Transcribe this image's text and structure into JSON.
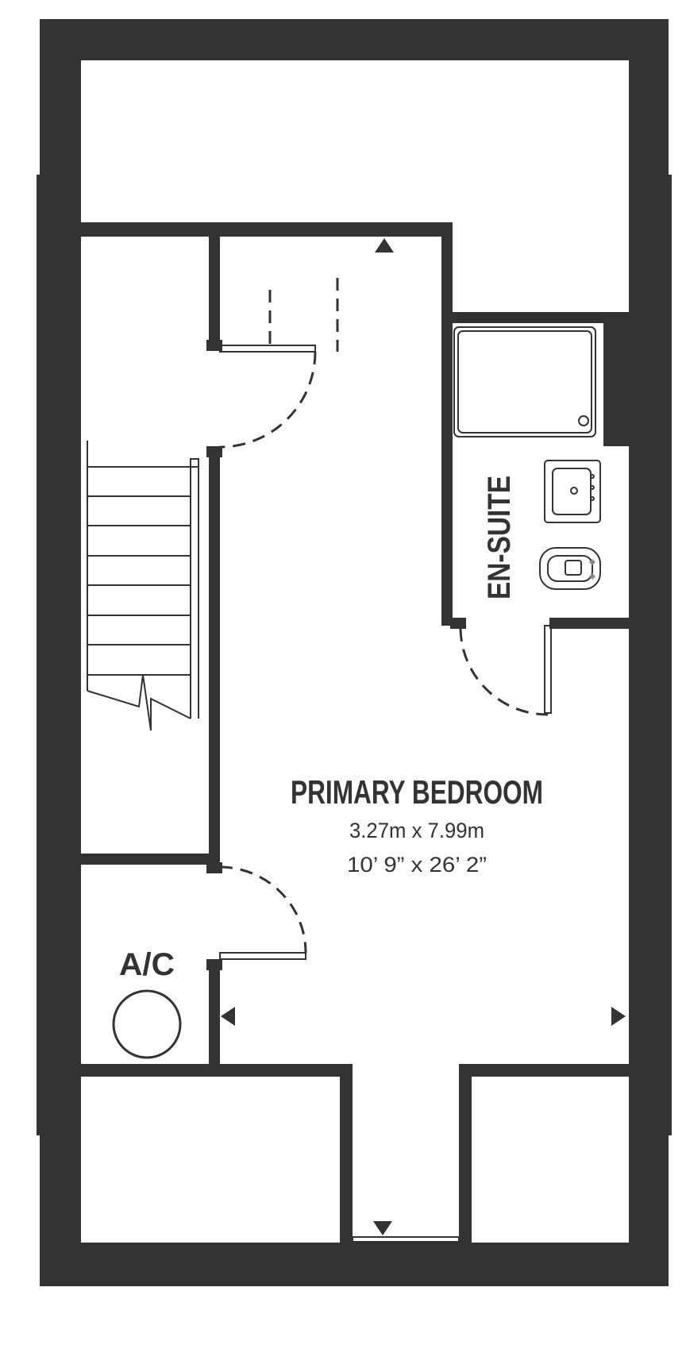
{
  "colors": {
    "wall": "#333333",
    "background": "#ffffff"
  },
  "rooms": {
    "primary_bedroom": {
      "name": "PRIMARY BEDROOM",
      "metric": "3.27m x 7.99m",
      "imperial": "10’ 9” x 26’ 2”"
    },
    "en_suite": {
      "name": "EN-SUITE"
    },
    "ac": {
      "name": "A/C"
    }
  },
  "icons": [
    "stair-icon",
    "shower-tray-icon",
    "basin-icon",
    "toilet-icon",
    "ac-unit-icon",
    "direction-arrow-icon",
    "door-swing-icon"
  ]
}
